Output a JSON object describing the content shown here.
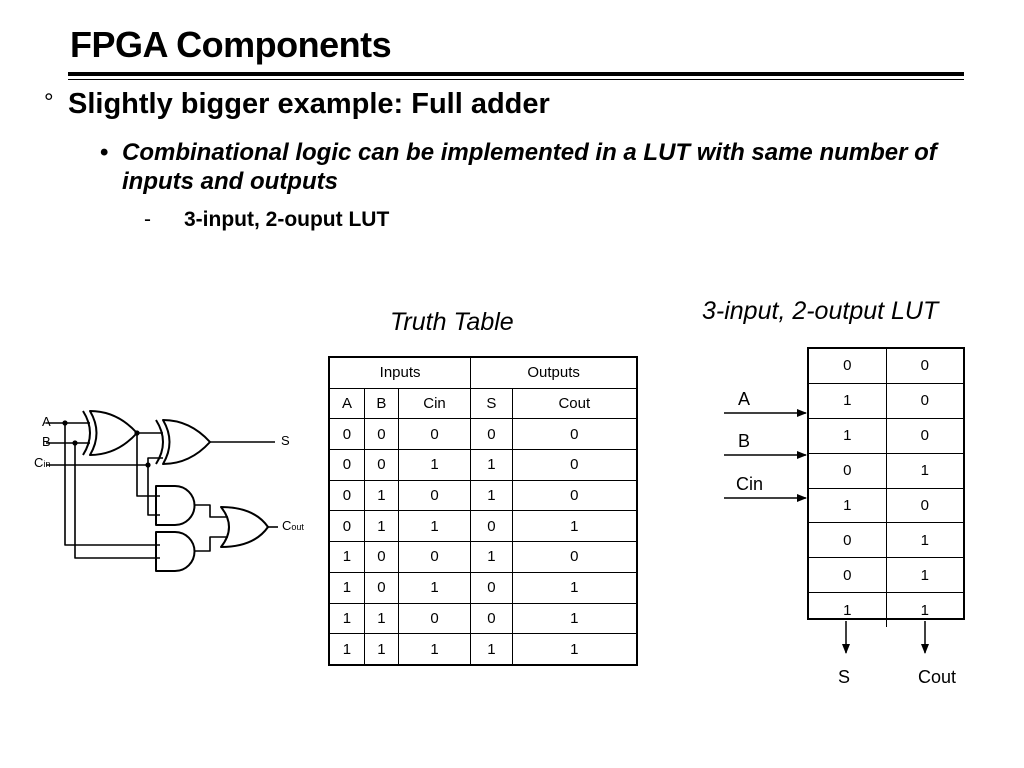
{
  "slide": {
    "title": "FPGA Components",
    "bullet1": "Slightly bigger example: Full adder",
    "bullet1_mark": "°",
    "bullet2": "Combinational logic can be implemented in a LUT with same number of inputs and outputs",
    "bullet2_mark": "•",
    "bullet3": "3-input, 2-ouput LUT",
    "bullet3_mark": "-"
  },
  "truth_table": {
    "caption": "Truth Table",
    "group_headers": [
      "Inputs",
      "Outputs"
    ],
    "columns": [
      "A",
      "B",
      "Cin",
      "S",
      "Cout"
    ],
    "rows": [
      [
        "0",
        "0",
        "0",
        "0",
        "0"
      ],
      [
        "0",
        "0",
        "1",
        "1",
        "0"
      ],
      [
        "0",
        "1",
        "0",
        "1",
        "0"
      ],
      [
        "0",
        "1",
        "1",
        "0",
        "1"
      ],
      [
        "1",
        "0",
        "0",
        "1",
        "0"
      ],
      [
        "1",
        "0",
        "1",
        "0",
        "1"
      ],
      [
        "1",
        "1",
        "0",
        "0",
        "1"
      ],
      [
        "1",
        "1",
        "1",
        "1",
        "1"
      ]
    ]
  },
  "lut": {
    "caption": "3-input, 2-output LUT",
    "inputs": [
      "A",
      "B",
      "Cin"
    ],
    "outputs": [
      "S",
      "Cout"
    ],
    "cells": [
      [
        "0",
        "0"
      ],
      [
        "1",
        "0"
      ],
      [
        "1",
        "0"
      ],
      [
        "0",
        "1"
      ],
      [
        "1",
        "0"
      ],
      [
        "0",
        "1"
      ],
      [
        "0",
        "1"
      ],
      [
        "1",
        "1"
      ]
    ]
  },
  "circuit": {
    "input_a": "A",
    "input_b": "B",
    "input_cin_main": "C",
    "input_cin_sub": "in",
    "output_s": "S",
    "output_cout_main": "C",
    "output_cout_sub": "out"
  }
}
